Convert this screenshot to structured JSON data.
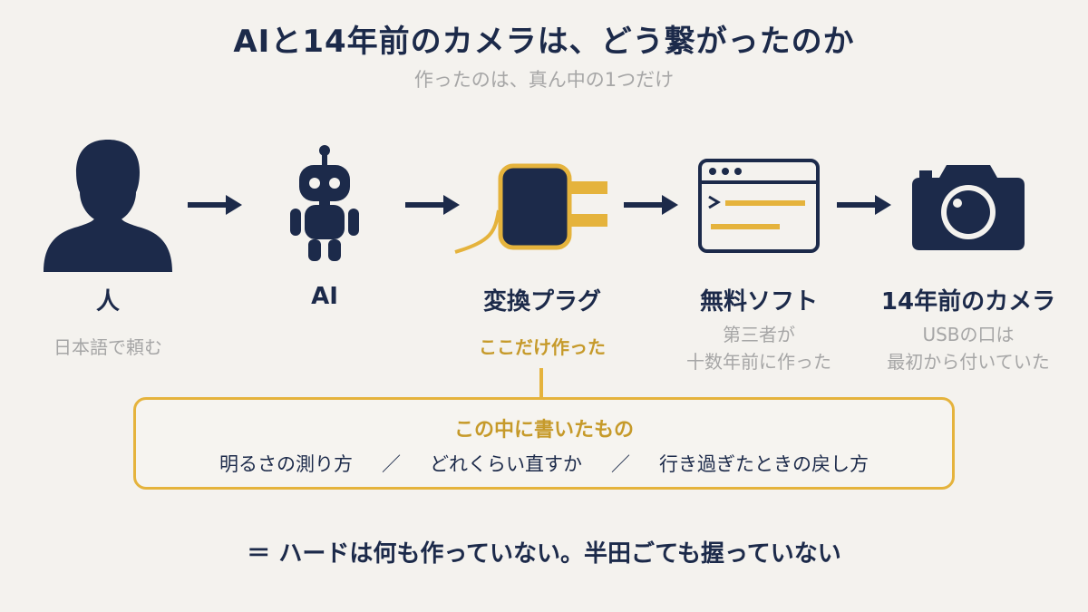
{
  "title": "AIと14年前のカメラは、どう繋がったのか",
  "subtitle": "作ったのは、真ん中の1つだけ",
  "nodes": [
    {
      "icon": "person-icon",
      "title": "人",
      "desc_lines": [
        "日本語で頼む"
      ]
    },
    {
      "icon": "robot-icon",
      "title": "AI",
      "desc_lines": []
    },
    {
      "icon": "plug-adapter-icon",
      "title": "変換プラグ",
      "desc_lines": [
        "ここだけ作った"
      ]
    },
    {
      "icon": "terminal-window-icon",
      "title": "無料ソフト",
      "desc_lines": [
        "第三者が",
        "十数年前に作った"
      ]
    },
    {
      "icon": "camera-icon",
      "title": "14年前のカメラ",
      "desc_lines": [
        "USBの口は",
        "最初から付いていた"
      ]
    }
  ],
  "box": {
    "title": "この中に書いたもの",
    "items": [
      "明るさの測り方",
      "どれくらい直すか",
      "行き過ぎたときの戻し方"
    ],
    "separator": "／"
  },
  "conclusion": "＝ ハードは何も作っていない。半田ごても握っていない",
  "colors": {
    "navy": "#1c2a4a",
    "gold": "#e5b33c",
    "gold_text": "#c69a2a",
    "gray": "#a6a6a6",
    "background": "#f4f2ee"
  }
}
